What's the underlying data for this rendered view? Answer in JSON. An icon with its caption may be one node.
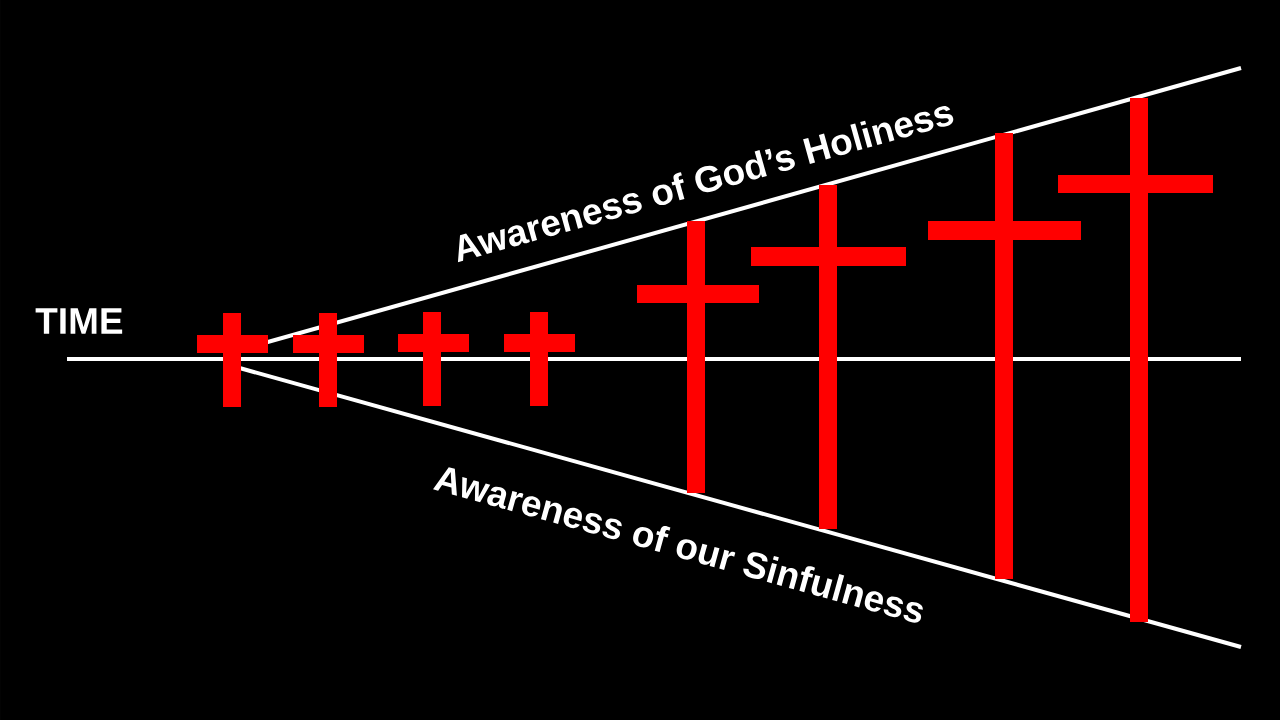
{
  "diagram": {
    "labels": [
      "TIME",
      "Awareness of God’s Holiness",
      "Awareness of our Sinfulness"
    ]
  }
}
